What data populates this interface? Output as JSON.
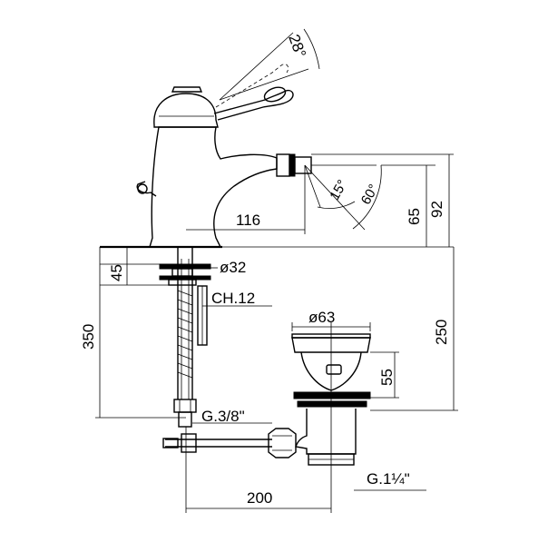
{
  "dimensions": {
    "angle_lever": "28°",
    "angle_spout_15": "15°",
    "angle_spout_60": "60°",
    "d116": "116",
    "d65": "65",
    "d92": "92",
    "d45": "45",
    "d32": "ø32",
    "ch12": "CH.12",
    "d350": "350",
    "d250": "250",
    "d63": "ø63",
    "d55": "55",
    "g38": "G.3/8\"",
    "g114": "G.1¼\"",
    "d200": "200"
  }
}
